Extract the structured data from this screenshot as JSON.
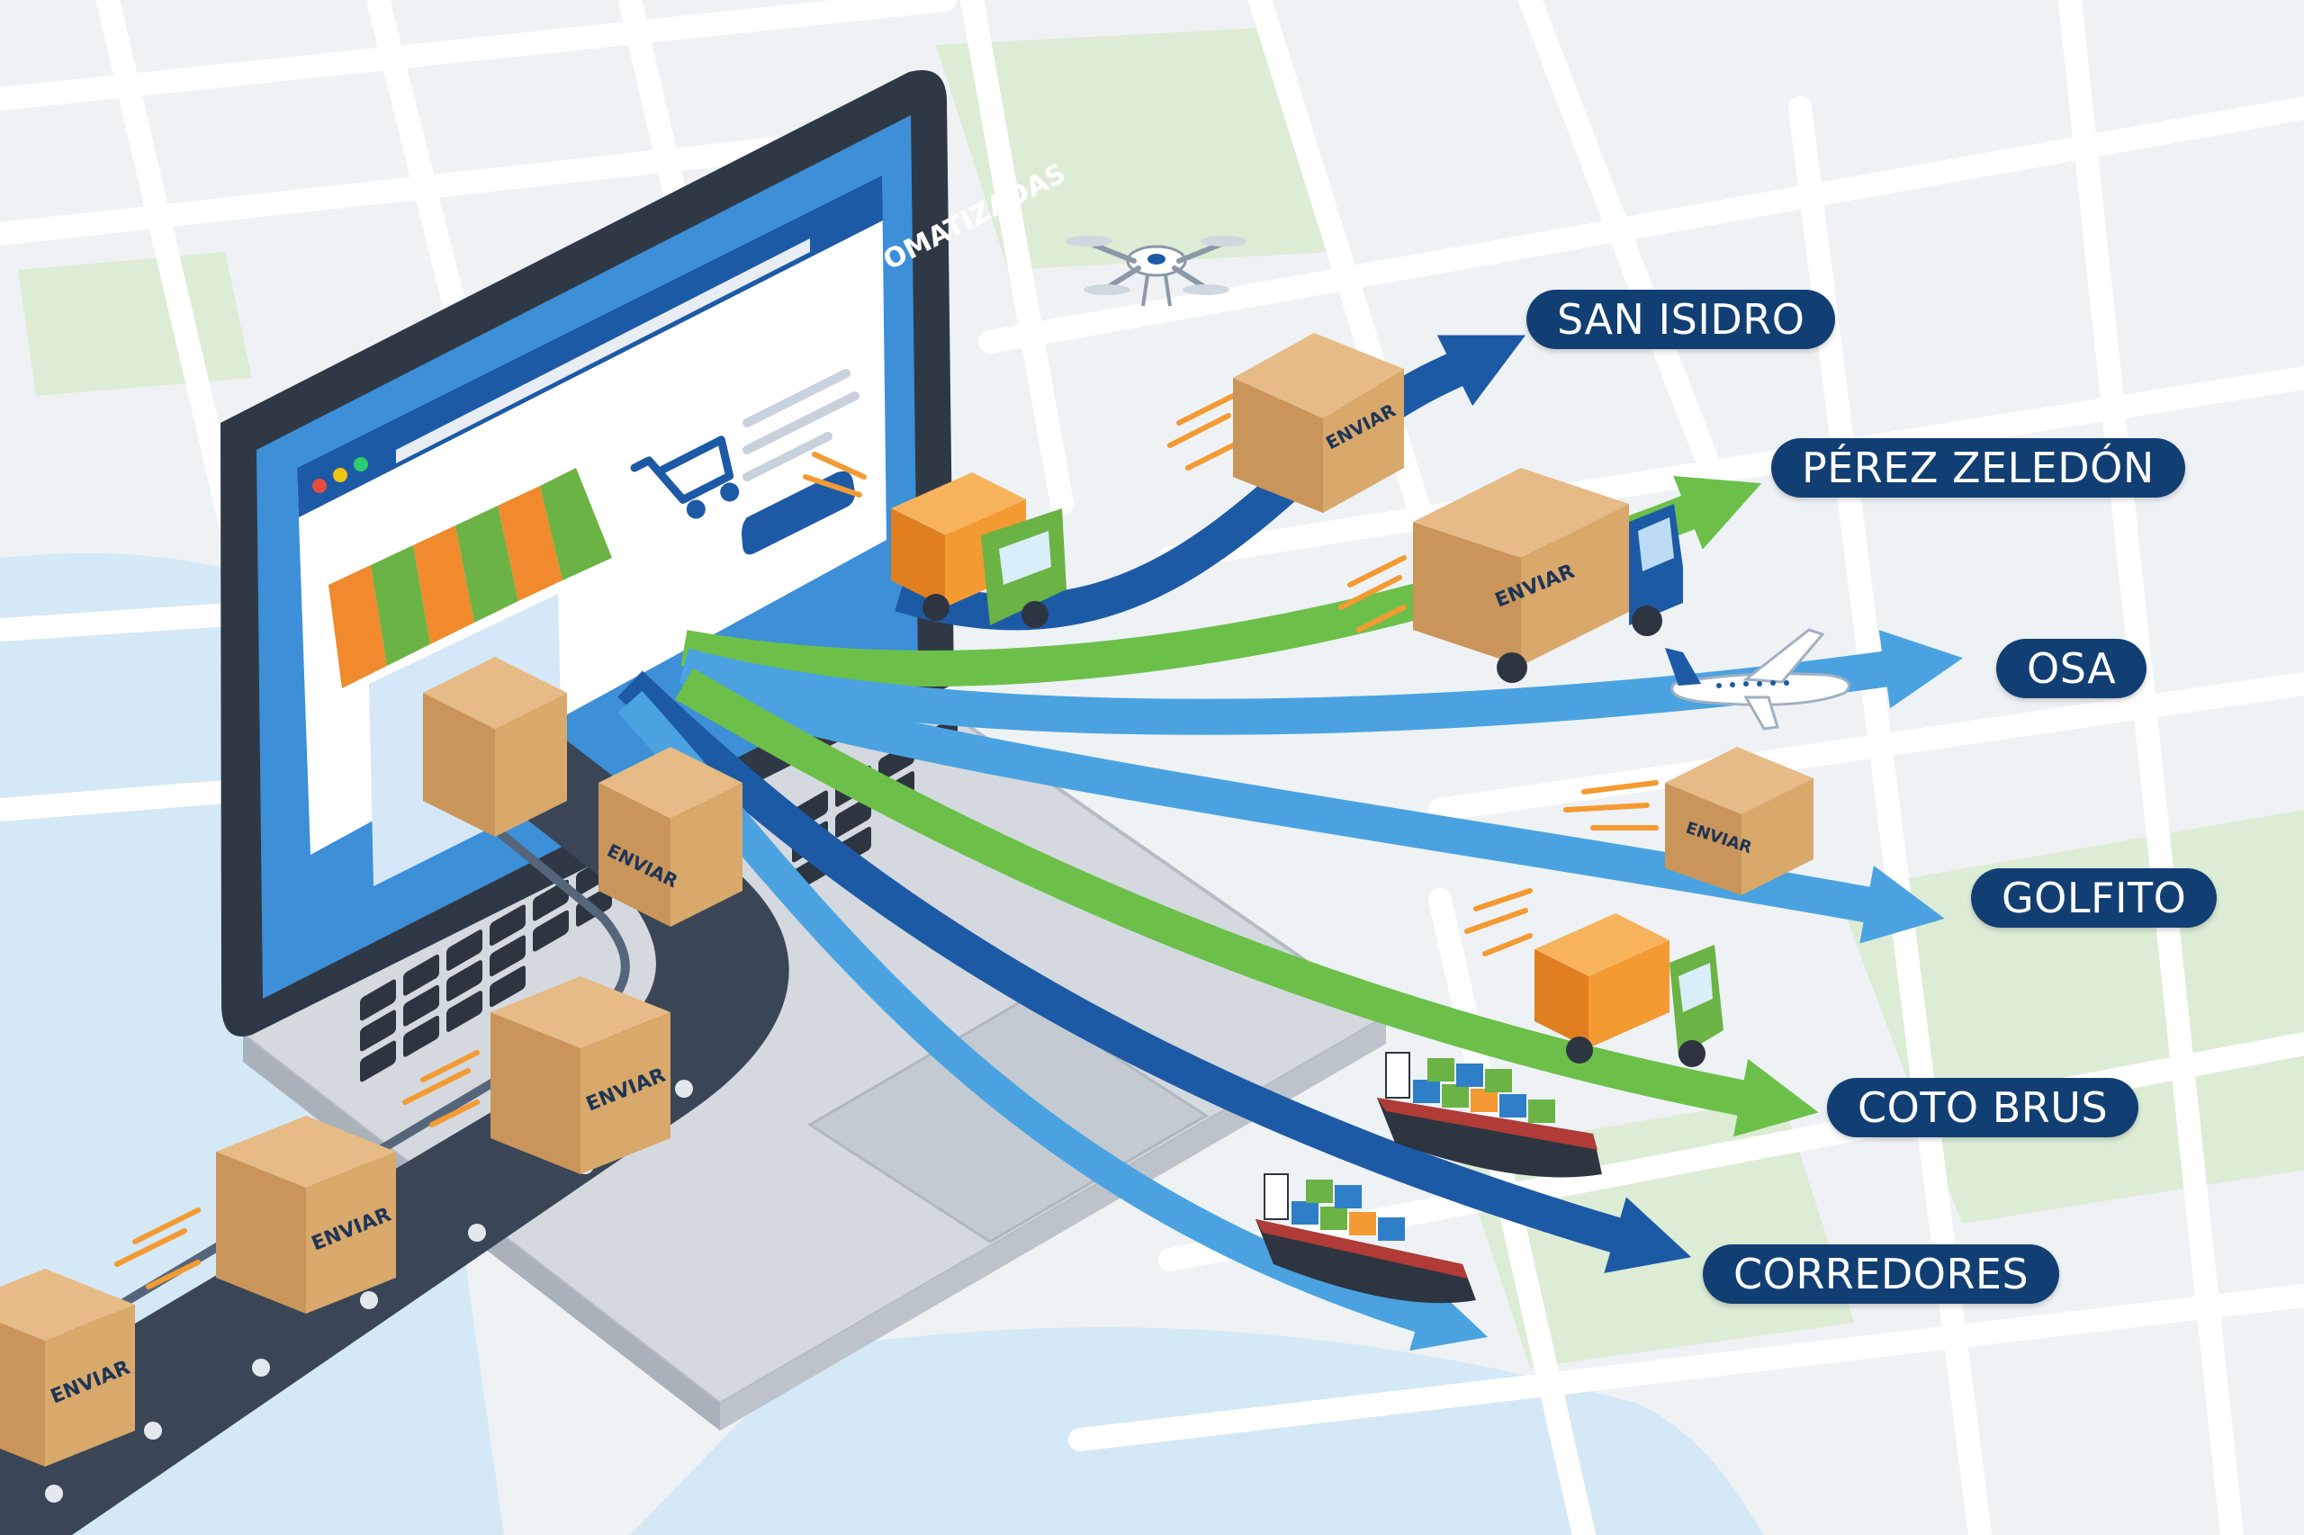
{
  "store": {
    "title": "TIENDA ZONA SUR - ENCOMENDAS AUTOMATIZADAS"
  },
  "box_label": "ENVIAR",
  "destinations": [
    {
      "label": "SAN ISIDRO"
    },
    {
      "label": "PÉREZ ZELEDÓN"
    },
    {
      "label": "OSA"
    },
    {
      "label": "GOLFITO"
    },
    {
      "label": "COTO BRUS"
    },
    {
      "label": "CORREDORES"
    }
  ],
  "colors": {
    "navy": "#123f73",
    "route_blue": "#2a6bb8",
    "route_light_blue": "#4aa3e0",
    "route_green": "#6cc04a",
    "box": "#d9a86b",
    "truck_orange": "#f39a32",
    "truck_green": "#6ab344",
    "awning_orange": "#f08a2c",
    "awning_green": "#6ab344"
  },
  "icons": [
    "drone-icon",
    "airplane-icon",
    "cart-icon",
    "truck-icon",
    "ship-icon",
    "box-icon"
  ]
}
